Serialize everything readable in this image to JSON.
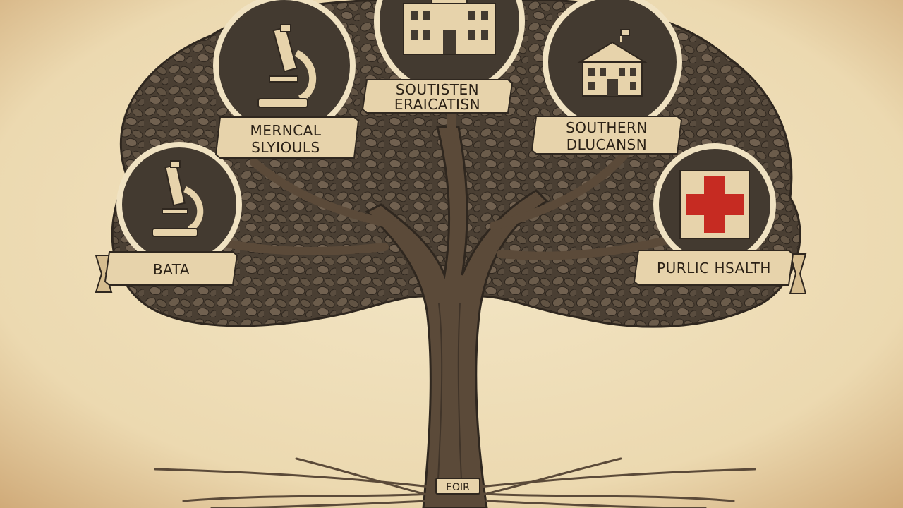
{
  "diagram": {
    "nodes": [
      {
        "id": "medical-schools",
        "icon": "microscope-icon",
        "label_lines": [
          "MERNCAL",
          "SLYIOULS"
        ]
      },
      {
        "id": "southern-education-top",
        "icon": "schoolhouse-icon",
        "label_lines": [
          "SOUTISTEN",
          "ERAICATISN"
        ]
      },
      {
        "id": "southern-education-right",
        "icon": "schoolhouse-flag-icon",
        "label_lines": [
          "SOUTHERN",
          "DLUCANSN"
        ]
      },
      {
        "id": "data",
        "icon": "microscope-icon",
        "label_lines": [
          "BATA"
        ]
      },
      {
        "id": "public-health",
        "icon": "red-cross-icon",
        "label_lines": [
          "PURLIC HSALTH"
        ]
      }
    ],
    "root_label": "EOIR"
  },
  "colors": {
    "background_center": "#f3e6c6",
    "background_edge": "#d9b98a",
    "foliage": "#4a3f33",
    "trunk": "#5b4a39",
    "medallion_fill": "#433a30",
    "medallion_ring": "#f0e2c2",
    "banner": "#e7d3ab",
    "cross": "#c62b22"
  }
}
